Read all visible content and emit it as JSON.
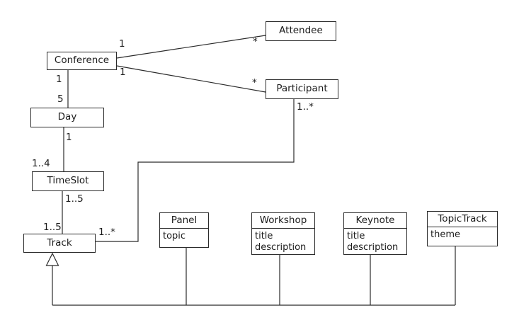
{
  "diagram": {
    "type": "uml-class-diagram",
    "subject": "Conference scheduling model",
    "colors": {
      "background": "#ffffff",
      "line": "#2b2b2b",
      "text": "#1c1c1c"
    },
    "classes": {
      "conference": {
        "name": "Conference",
        "attributes": []
      },
      "attendee": {
        "name": "Attendee",
        "attributes": []
      },
      "participant": {
        "name": "Participant",
        "attributes": []
      },
      "day": {
        "name": "Day",
        "attributes": []
      },
      "timeslot": {
        "name": "TimeSlot",
        "attributes": []
      },
      "track": {
        "name": "Track",
        "attributes": []
      },
      "panel": {
        "name": "Panel",
        "attributes": [
          "topic"
        ]
      },
      "workshop": {
        "name": "Workshop",
        "attributes": [
          "title",
          "description"
        ]
      },
      "keynote": {
        "name": "Keynote",
        "attributes": [
          "title",
          "description"
        ]
      },
      "topictrack": {
        "name": "TopicTrack",
        "attributes": [
          "theme"
        ]
      }
    },
    "associations": [
      {
        "from": "Conference",
        "to": "Attendee",
        "from_multiplicity": "1",
        "to_multiplicity": "*"
      },
      {
        "from": "Conference",
        "to": "Participant",
        "from_multiplicity": "1",
        "to_multiplicity": "*"
      },
      {
        "from": "Conference",
        "to": "Day",
        "from_multiplicity": "1",
        "to_multiplicity": "5"
      },
      {
        "from": "Day",
        "to": "TimeSlot",
        "from_multiplicity": "1",
        "to_multiplicity": "1..4"
      },
      {
        "from": "TimeSlot",
        "to": "Track",
        "from_multiplicity": "1..5",
        "to_multiplicity": "1..5"
      },
      {
        "from": "Track",
        "to": "Participant",
        "from_multiplicity": "1..*",
        "to_multiplicity": "1..*"
      }
    ],
    "generalizations": [
      {
        "parent": "Track",
        "children": [
          "Panel",
          "Workshop",
          "Keynote",
          "TopicTrack"
        ]
      }
    ]
  }
}
